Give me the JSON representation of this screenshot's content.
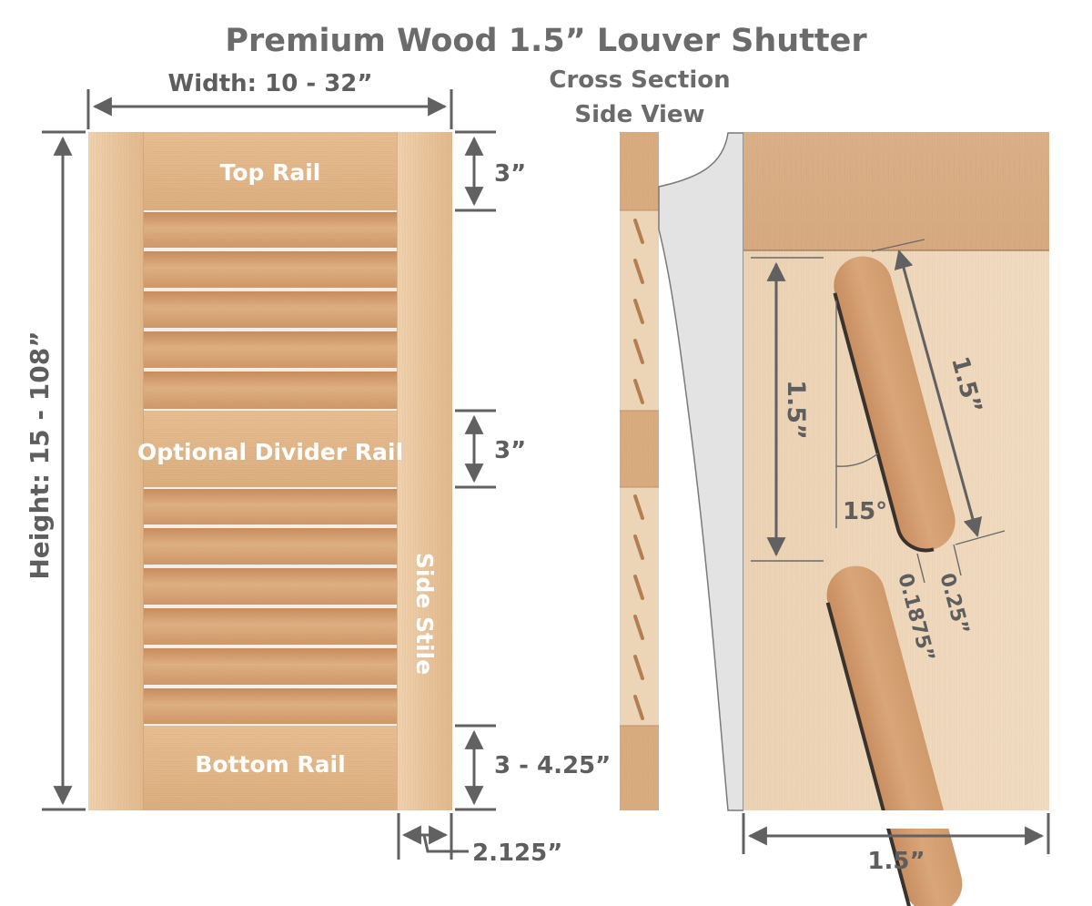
{
  "title": "Premium Wood 1.5” Louver Shutter",
  "cross_section_heading": {
    "line1": "Cross Section",
    "line2": "Side View"
  },
  "front_view": {
    "parts": {
      "top_rail": "Top Rail",
      "divider_rail": "Optional Divider Rail",
      "bottom_rail": "Bottom Rail",
      "side_stile": "Side Stile"
    },
    "dimensions": {
      "width": "Width: 10 - 32”",
      "height": "Height: 15 - 108”",
      "top_rail_height": "3”",
      "divider_rail_height": "3”",
      "bottom_rail_height": "3 - 4.25”",
      "stile_width": "2.125”"
    }
  },
  "detail_view": {
    "louver_spacing": "1.5”",
    "louver_width": "1.5”",
    "louver_angle": "15°",
    "louver_gap": "0.1875”",
    "louver_thickness": "0.25”",
    "frame_depth": "1.5”"
  },
  "colors": {
    "title_gray": "#6b6b6b",
    "dimension_gray": "#616161",
    "wood_light": "#e8c9a4",
    "wood_medium": "#d9a877",
    "louver_wood": "#d29a6c",
    "profile_gray": "#e3e3e3"
  }
}
